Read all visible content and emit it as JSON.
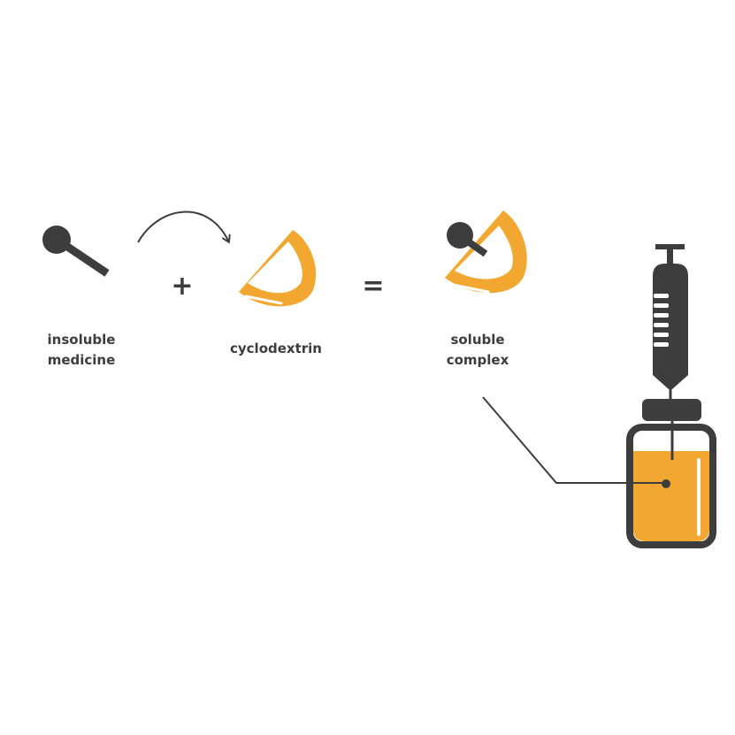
{
  "labels": {
    "medicine": [
      "insoluble",
      "medicine"
    ],
    "cyclodextrin": "cyclodextrin",
    "complex": [
      "soluble",
      "complex"
    ]
  },
  "operators": {
    "plus": "+",
    "equals": "="
  },
  "colors": {
    "dark": "#3d3d3d",
    "accent": "#f2a830",
    "highlight": "#ffffff"
  },
  "icons": {
    "medicine": "pin-molecule-icon",
    "cyclodextrin": "bowl-icon",
    "complex": "bowl-with-molecule-icon",
    "syringe": "syringe-icon",
    "vial": "vial-icon",
    "arrow": "curved-arrow-icon"
  }
}
